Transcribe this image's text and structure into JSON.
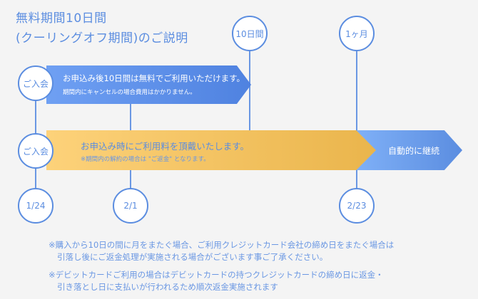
{
  "title": {
    "line1": "無料期間10日間",
    "line2": "(クーリングオフ期間)のご説明"
  },
  "milestones_top": {
    "day10": "10日間",
    "month1": "1ヶ月"
  },
  "rows": [
    {
      "circle": "ご入会",
      "main": "お申込み後10日間は無料でご利用いただけます。",
      "sub": "期間内にキャンセルの場合費用はかかりません。"
    },
    {
      "circle": "ご入会",
      "main": "お申込み時にご利用料を頂戴いたします。",
      "sub": "※期間内の解約の場合は \"ご返金\" となります。",
      "end": "自動的に継続"
    }
  ],
  "dates": [
    "1/24",
    "2/1",
    "2/23"
  ],
  "notes": [
    {
      "line1": "※購入から10日の間に月をまたぐ場合、ご利用クレジットカード会社の締め日をまたぐ場合は",
      "line2": "引落し後にご返金処理が実施される場合がございます事ご了承ください。"
    },
    {
      "line1": "※デビットカードご利用の場合はデビットカードの持つクレジットカードの締め日に返金・",
      "line2": "引き落とし日に支払いが行われるため順次返金実施されます"
    }
  ],
  "colors": {
    "accent": "#5b8de0",
    "orange": "#eab54c"
  }
}
